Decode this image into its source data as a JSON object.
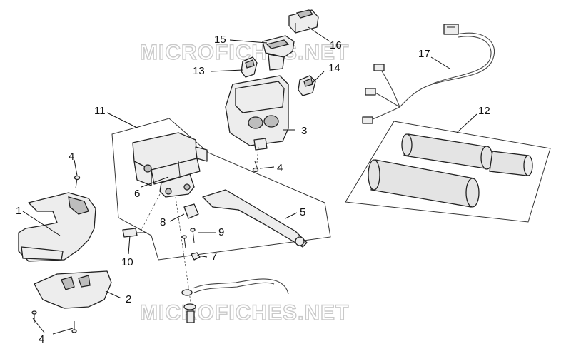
{
  "watermark": {
    "top": "MICROFICHES.NET",
    "bottom": "MICROFICHES.NET"
  },
  "callouts": {
    "c1": "1",
    "c2": "2",
    "c3": "3",
    "c4_switch": "4",
    "c4_guard": "4",
    "c4_bottom": "4",
    "c5": "5",
    "c6": "6",
    "c7": "7",
    "c8": "8",
    "c9": "9",
    "c10": "10",
    "c11": "11",
    "c12": "12",
    "c13": "13",
    "c14": "14",
    "c15": "15",
    "c16": "16",
    "c17": "17"
  },
  "colors": {
    "line": "#222222",
    "part_fill": "#ededed",
    "watermark": "#c9c9c9"
  }
}
